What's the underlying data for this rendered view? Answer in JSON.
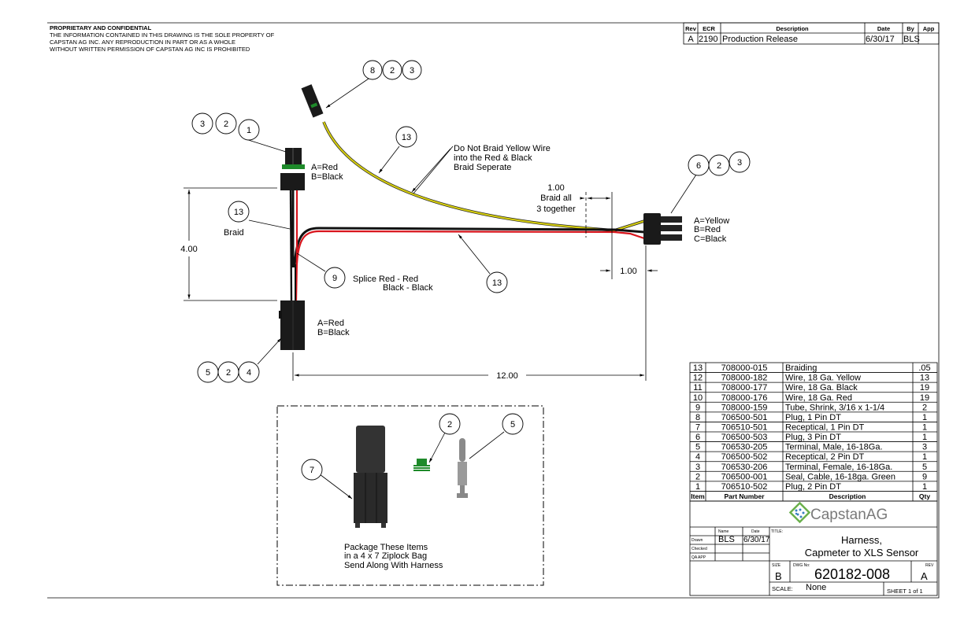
{
  "notice": {
    "heading": "PROPRIETARY AND CONFIDENTIAL",
    "lines": [
      "THE INFORMATION CONTAINED IN THIS DRAWING IS THE SOLE PROPERTY OF",
      "CAPSTAN AG INC. ANY REPRODUCTION IN PART OR AS A WHOLE",
      "WITHOUT WRITTEN PERMISSION OF CAPSTAN AG INC IS PROHIBITED"
    ]
  },
  "revision_table": {
    "headers": [
      "Rev",
      "ECR",
      "Description",
      "Date",
      "By",
      "App"
    ],
    "rows": [
      [
        "A",
        "2190",
        "Production Release",
        "6/30/17",
        "BLS",
        ""
      ]
    ]
  },
  "diagram": {
    "balloons": {
      "conn8": [
        "8",
        "2",
        "3"
      ],
      "conn1": [
        "3",
        "2",
        "1"
      ],
      "yellow_braid": "13",
      "conn6": [
        "6",
        "2",
        "3"
      ],
      "left_braid": "13",
      "splice": "9",
      "main_braid": "13",
      "conn4": [
        "5",
        "2",
        "4"
      ],
      "pkg_seal": "2",
      "pkg_terminal": "5",
      "pkg_receptacle": "7"
    },
    "notes": {
      "conn1_pins": [
        "A=Red",
        "B=Black"
      ],
      "conn4_pins": [
        "A=Red",
        "B=Black"
      ],
      "conn6_pins": [
        "A=Yellow",
        "B=Red",
        "C=Black"
      ],
      "braid": "Braid",
      "yellow_note": [
        "Do Not Braid Yellow Wire",
        "into the Red & Black",
        "Braid Seperate"
      ],
      "splice_note": [
        "Splice Red - Red",
        "Black - Black"
      ],
      "braid_all": [
        "1.00",
        "Braid all",
        "3 together"
      ],
      "package_note": [
        "Package These Items",
        "in a 4 x 7 Ziplock Bag",
        "Send Along With Harness"
      ]
    },
    "dimensions": {
      "vertical": "4.00",
      "horizontal": "12.00",
      "end": "1.00"
    },
    "colors": {
      "red_wire": "#d8141c",
      "black_wire": "#111111",
      "yellow_wire": "#d4cc10",
      "seal_green": "#1e8a2a"
    }
  },
  "bom": {
    "headers": [
      "Item",
      "Part Number",
      "Description",
      "Qty"
    ],
    "rows": [
      [
        "13",
        "708000-015",
        "Braiding",
        ".05"
      ],
      [
        "12",
        "708000-182",
        "Wire, 18 Ga. Yellow",
        "13"
      ],
      [
        "11",
        "708000-177",
        "Wire, 18 Ga. Black",
        "19"
      ],
      [
        "10",
        "708000-176",
        "Wire, 18 Ga. Red",
        "19"
      ],
      [
        "9",
        "708000-159",
        "Tube, Shrink, 3/16 x 1-1/4",
        "2"
      ],
      [
        "8",
        "706500-501",
        "Plug, 1 Pin DT",
        "1"
      ],
      [
        "7",
        "706510-501",
        "Receptical, 1 Pin DT",
        "1"
      ],
      [
        "6",
        "706500-503",
        "Plug, 3 Pin DT",
        "1"
      ],
      [
        "5",
        "706530-205",
        "Terminal, Male, 16-18Ga.",
        "3"
      ],
      [
        "4",
        "706500-502",
        "Receptical, 2 Pin DT",
        "1"
      ],
      [
        "3",
        "706530-206",
        "Terminal, Female, 16-18Ga.",
        "5"
      ],
      [
        "2",
        "706500-001",
        "Seal, Cable, 16-18ga. Green",
        "9"
      ],
      [
        "1",
        "706510-502",
        "Plug, 2 Pin DT",
        "1"
      ]
    ]
  },
  "title_block": {
    "logo": "CapstanAG",
    "logo_colors": {
      "green": "#6ab04c",
      "blue": "#3a7fc1",
      "text": "#7a7a7a"
    },
    "name_label": "Name",
    "date_label": "Date",
    "drawn_label": "Drawn",
    "checked_label": "Checked",
    "qa_label": "QA APP",
    "drawn_name": "BLS",
    "drawn_date": "6/30/17",
    "title_label": "TITLE:",
    "title_lines": [
      "Harness,",
      "Capmeter to XLS Sensor"
    ],
    "size_label": "SIZE",
    "size": "B",
    "dwg_label": "DWG No:",
    "dwg_no": "620182-008",
    "rev_label": "REV",
    "rev": "A",
    "scale_label": "SCALE:",
    "scale": "None",
    "sheet": "SHEET 1 of 1"
  }
}
